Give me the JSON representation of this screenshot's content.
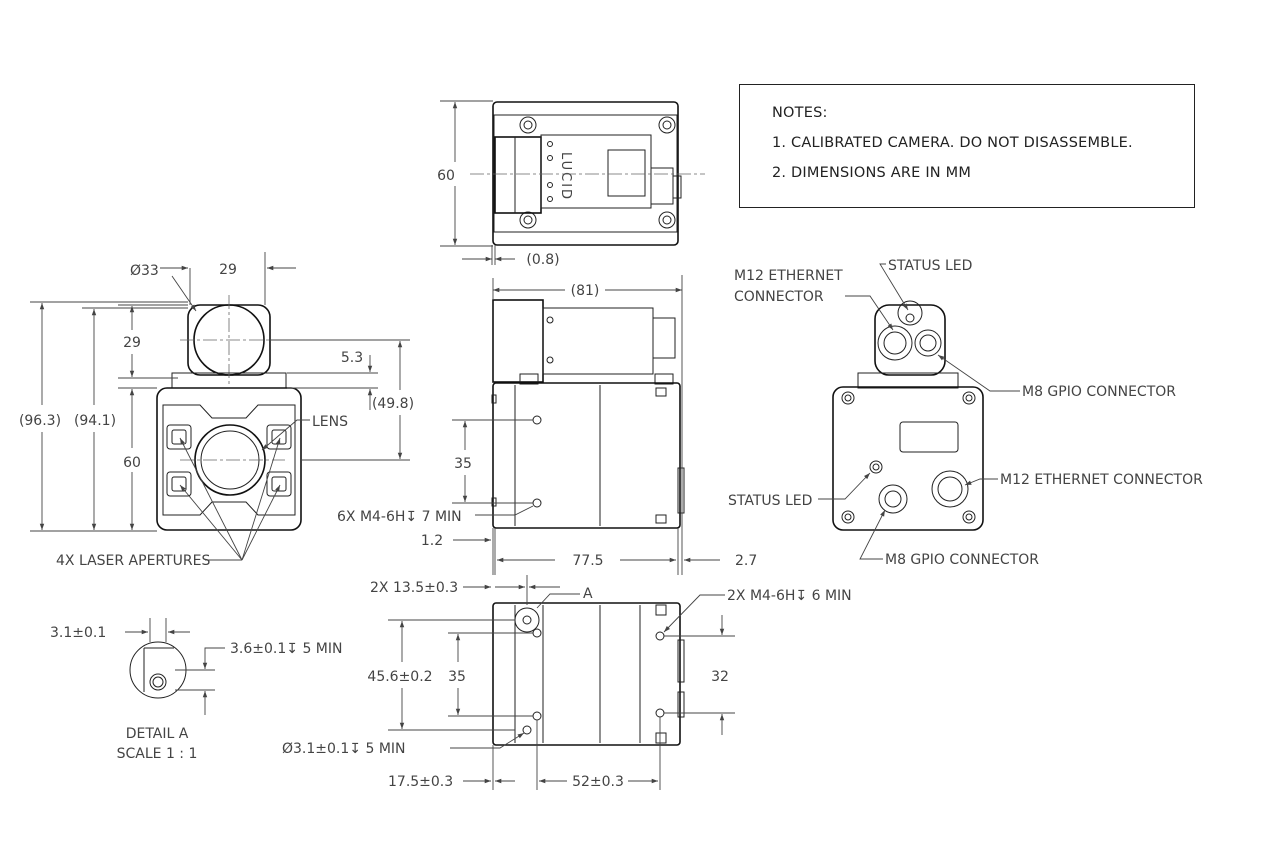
{
  "notes": {
    "title": "NOTES:",
    "items": [
      "1. CALIBRATED CAMERA. DO NOT DISASSEMBLE.",
      "2. DIMENSIONS ARE IN MM"
    ]
  },
  "dimensions": {
    "top_height": "60",
    "top_offset": "(0.8)",
    "side_length": "(81)",
    "side_body_height": "35",
    "side_holes": "6X M4-6H↧ 7 MIN",
    "side_left_offset": "1.2",
    "side_body_length": "77.5",
    "side_right_offset": "2.7",
    "front_lens_dia": "Ø33",
    "front_lens_width": "29",
    "front_lens_height": "29",
    "front_offset": "5.3",
    "front_total_1": "(96.3)",
    "front_total_2": "(94.1)",
    "front_body_height": "60",
    "front_center_height": "(49.8)",
    "bottom_offset_x": "2X 13.5±0.3",
    "bottom_detail_ref": "A",
    "bottom_holes": "2X M4-6H↧ 6 MIN",
    "bottom_height_1": "45.6±0.2",
    "bottom_height_2": "35",
    "bottom_height_3": "32",
    "bottom_pin": "Ø3.1±0.1↧ 5 MIN",
    "bottom_left_offset": "17.5±0.3",
    "bottom_spacing": "52±0.3",
    "detail_width": "3.1±0.1",
    "detail_depth": "3.6±0.1↧ 5 MIN"
  },
  "labels": {
    "lens": "LENS",
    "laser": "4X LASER APERTURES",
    "m12_top_1": "M12 ETHERNET",
    "m12_top_2": "CONNECTOR",
    "status_top": "STATUS LED",
    "m8_top": "M8 GPIO CONNECTOR",
    "m12_back": "M12 ETHERNET CONNECTOR",
    "status_back": "STATUS LED",
    "m8_back": "M8 GPIO CONNECTOR",
    "detail_title": "DETAIL A",
    "detail_scale": "SCALE 1 : 1"
  },
  "logo": "LUCID"
}
